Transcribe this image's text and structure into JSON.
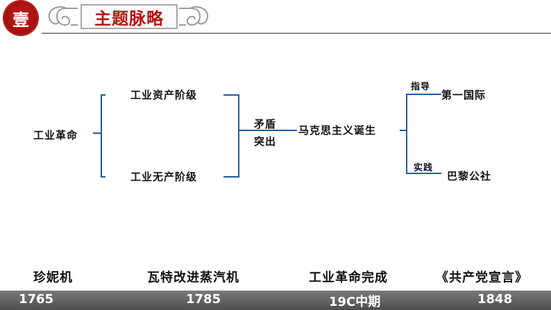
{
  "header": {
    "badge": "壹",
    "title": "主题脉略",
    "accent": "#b61410"
  },
  "diagram": {
    "root": "工业革命",
    "class_top": "工业资产阶级",
    "class_bottom": "工业无产阶级",
    "conflict_1": "矛盾",
    "conflict_2": "突出",
    "center": "马克思主义诞生",
    "branch_top_edge": "指导",
    "branch_top": "第一国际",
    "branch_bottom_edge": "实践",
    "branch_bottom": "巴黎公社"
  },
  "timeline": {
    "events": [
      {
        "label": "珍妮机",
        "year": "1765"
      },
      {
        "label": "瓦特改进蒸汽机",
        "year": "1785"
      },
      {
        "label": "工业革命完成",
        "year": "19C中期"
      },
      {
        "label": "《共产党宣言》",
        "year": "1848"
      }
    ]
  }
}
